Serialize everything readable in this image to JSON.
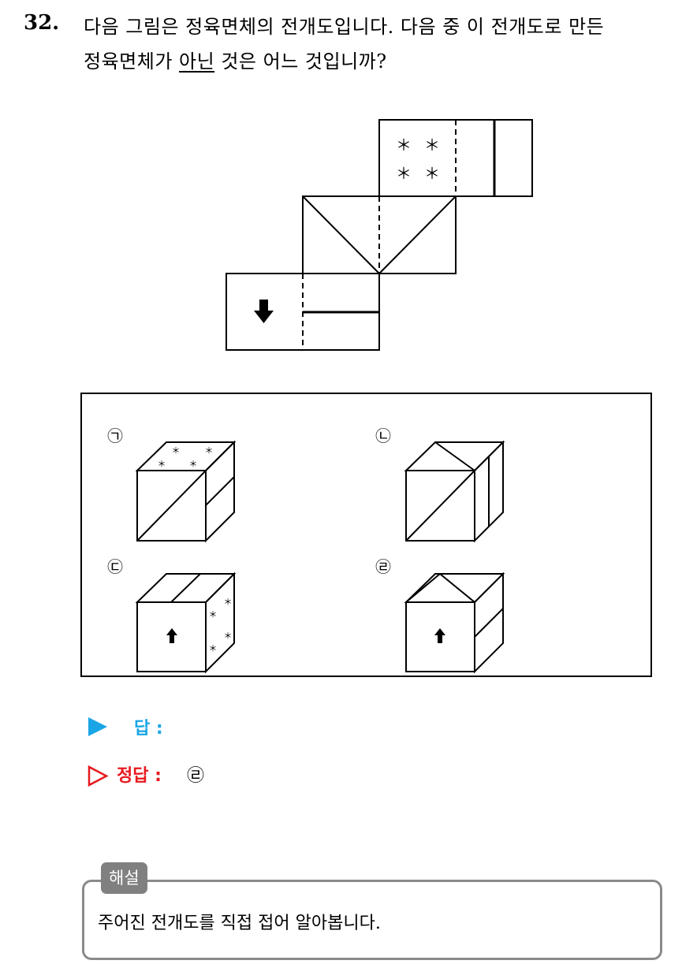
{
  "question": {
    "number": "32.",
    "line1": "다음 그림은 정육면체의 전개도입니다. 다음 중 이 전개도로 만든",
    "line2_before": "정육면체가 ",
    "line2_underlined": "아닌",
    "line2_after": " 것은 어느 것입니까?"
  },
  "choices": {
    "a": "㉠",
    "b": "㉡",
    "c": "㉢",
    "d": "㉣"
  },
  "net_symbols": {
    "stars": "＊",
    "arrow": "down-arrow-icon"
  },
  "answer": {
    "label": "답 :",
    "correct_label": "정답 :",
    "correct_value": "㉣"
  },
  "explanation": {
    "tag": "해설",
    "text": "주어진 전개도를 직접 접어 알아봅니다."
  }
}
